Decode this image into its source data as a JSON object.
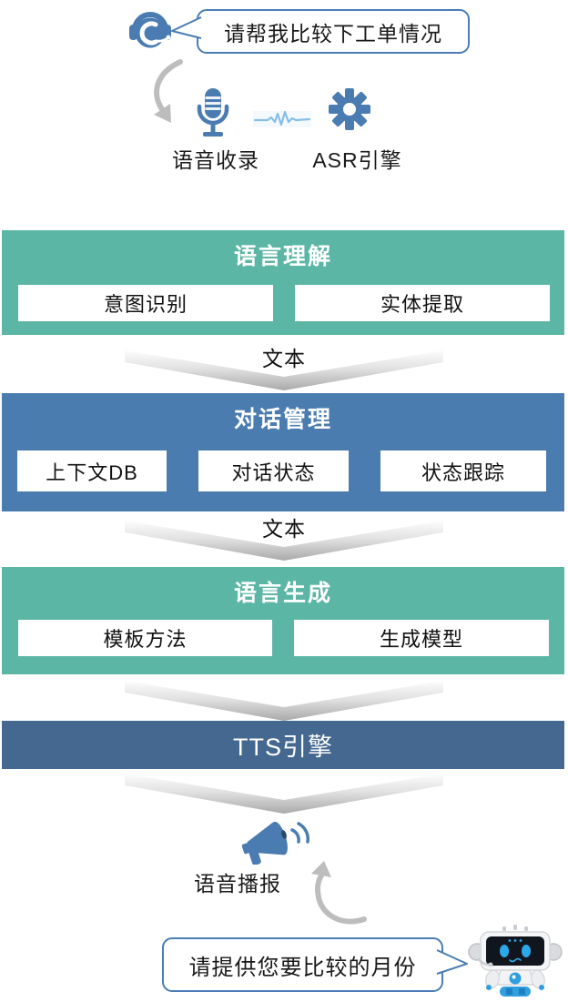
{
  "colors": {
    "teal_block": "#5CB6A5",
    "blue_block": "#4A7CAF",
    "tts_block": "#44688F",
    "icon_blue": "#4A7CB2",
    "bubble_border": "#4A7DB5",
    "arrow_gray": "#BDBDBD",
    "robot_eye_blue": "#2BA8E8"
  },
  "user_bubble": {
    "text": "请帮我比较下工单情况"
  },
  "capture": {
    "voice_label": "语音收录",
    "asr_label": "ASR引擎"
  },
  "nlu": {
    "title": "语言理解",
    "items": [
      "意图识别",
      "实体提取"
    ]
  },
  "dm": {
    "title": "对话管理",
    "items": [
      "上下文DB",
      "对话状态",
      "状态跟踪"
    ]
  },
  "nlg": {
    "title": "语言生成",
    "items": [
      "模板方法",
      "生成模型"
    ]
  },
  "tts": {
    "title": "TTS引擎"
  },
  "connectors": {
    "label1": "文本",
    "label2": "文本"
  },
  "output": {
    "broadcast_label": "语音播报"
  },
  "bot_bubble": {
    "text": "请提供您要比较的月份"
  }
}
